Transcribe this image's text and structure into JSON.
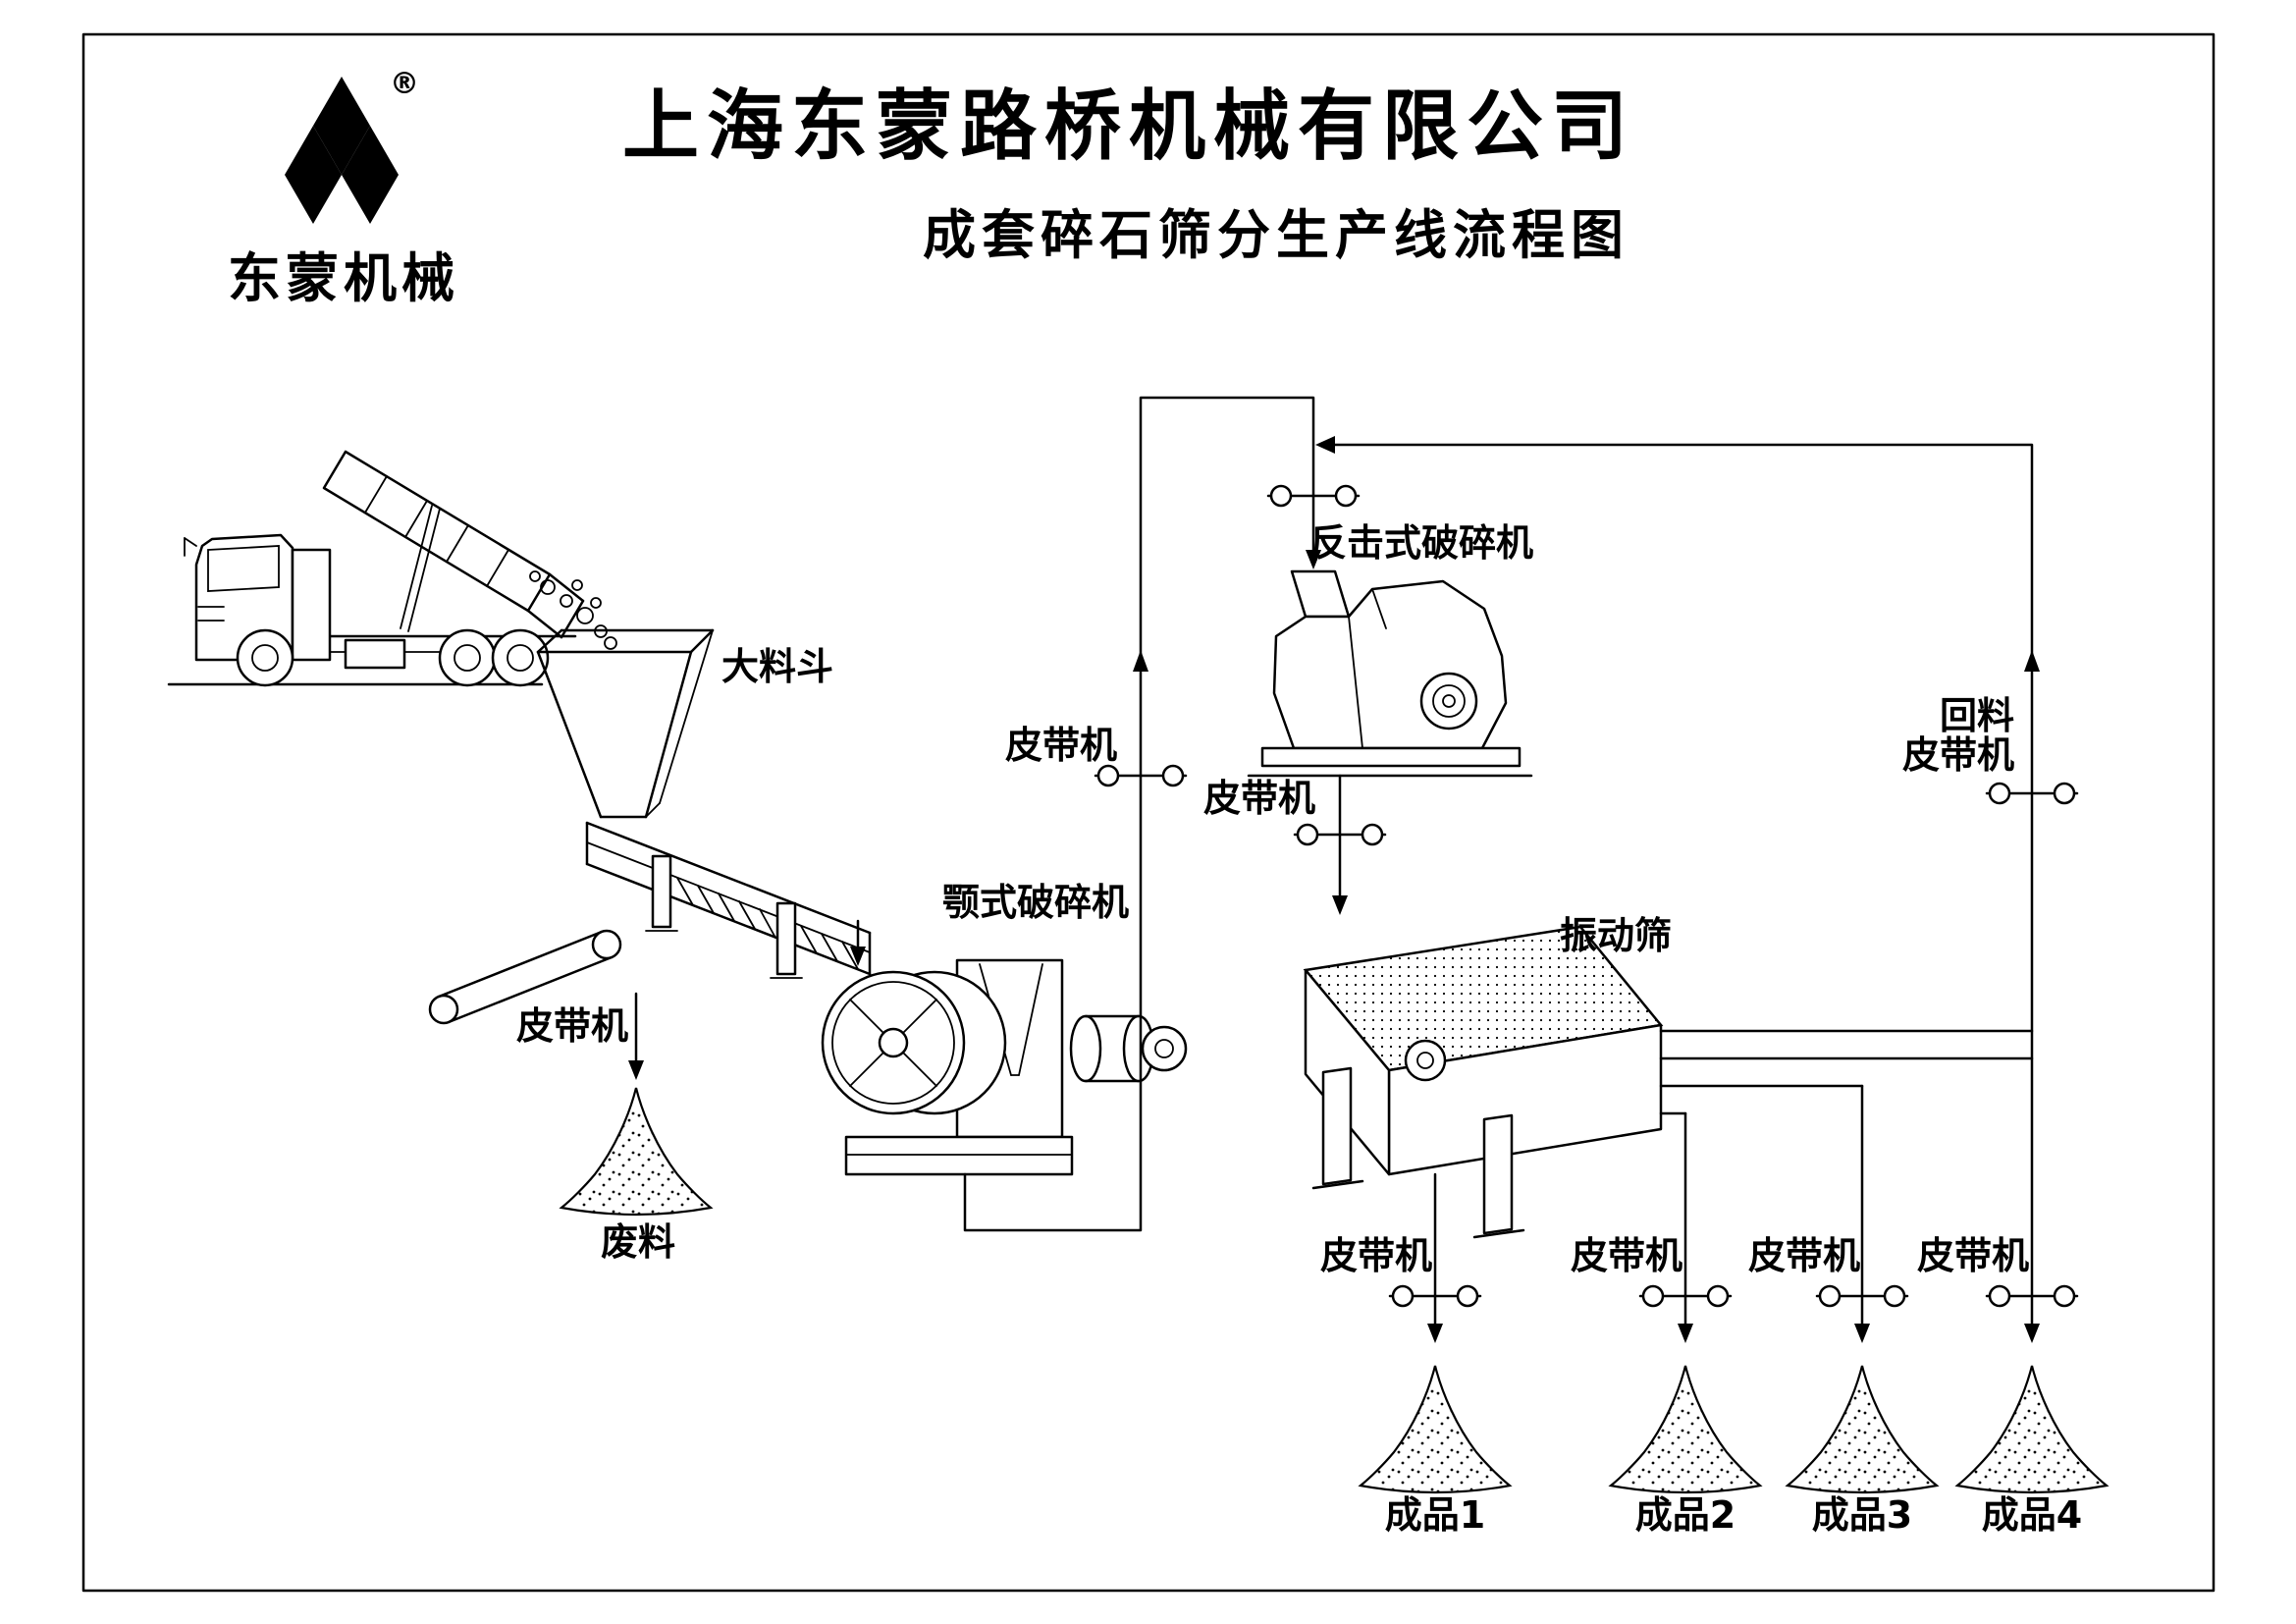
{
  "header": {
    "logo_text": "东蒙机械",
    "registered_mark": "®",
    "title": "上海东蒙路桥机械有限公司",
    "subtitle": "成套碎石筛分生产线流程图"
  },
  "labels": {
    "hopper": "大料斗",
    "belt_conveyor": "皮带机",
    "waste": "废料",
    "jaw_crusher": "颚式破碎机",
    "impact_crusher": "反击式破碎机",
    "vibrating_screen": "振动筛",
    "return_material": "回料"
  },
  "products": [
    {
      "label": "成品1"
    },
    {
      "label": "成品2"
    },
    {
      "label": "成品3"
    },
    {
      "label": "成品4"
    }
  ],
  "colors": {
    "line": "#000000",
    "background": "#ffffff"
  }
}
